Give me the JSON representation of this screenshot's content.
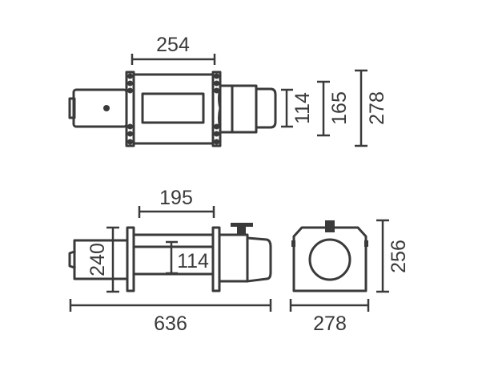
{
  "diagram": {
    "subject": "winch",
    "line_color": "#3a3a3a",
    "background": "#ffffff",
    "views": {
      "top_view": {
        "dimensions": {
          "frame_bolt_spacing": "254",
          "drum_height": "114",
          "middle_height": "165",
          "overall_height": "278"
        }
      },
      "side_view": {
        "dimensions": {
          "tie_bar_spacing": "195",
          "motor_height": "240",
          "drum_diameter": "114",
          "overall_length": "636"
        }
      },
      "end_view": {
        "dimensions": {
          "overall_height": "256",
          "overall_width": "278"
        }
      }
    }
  }
}
